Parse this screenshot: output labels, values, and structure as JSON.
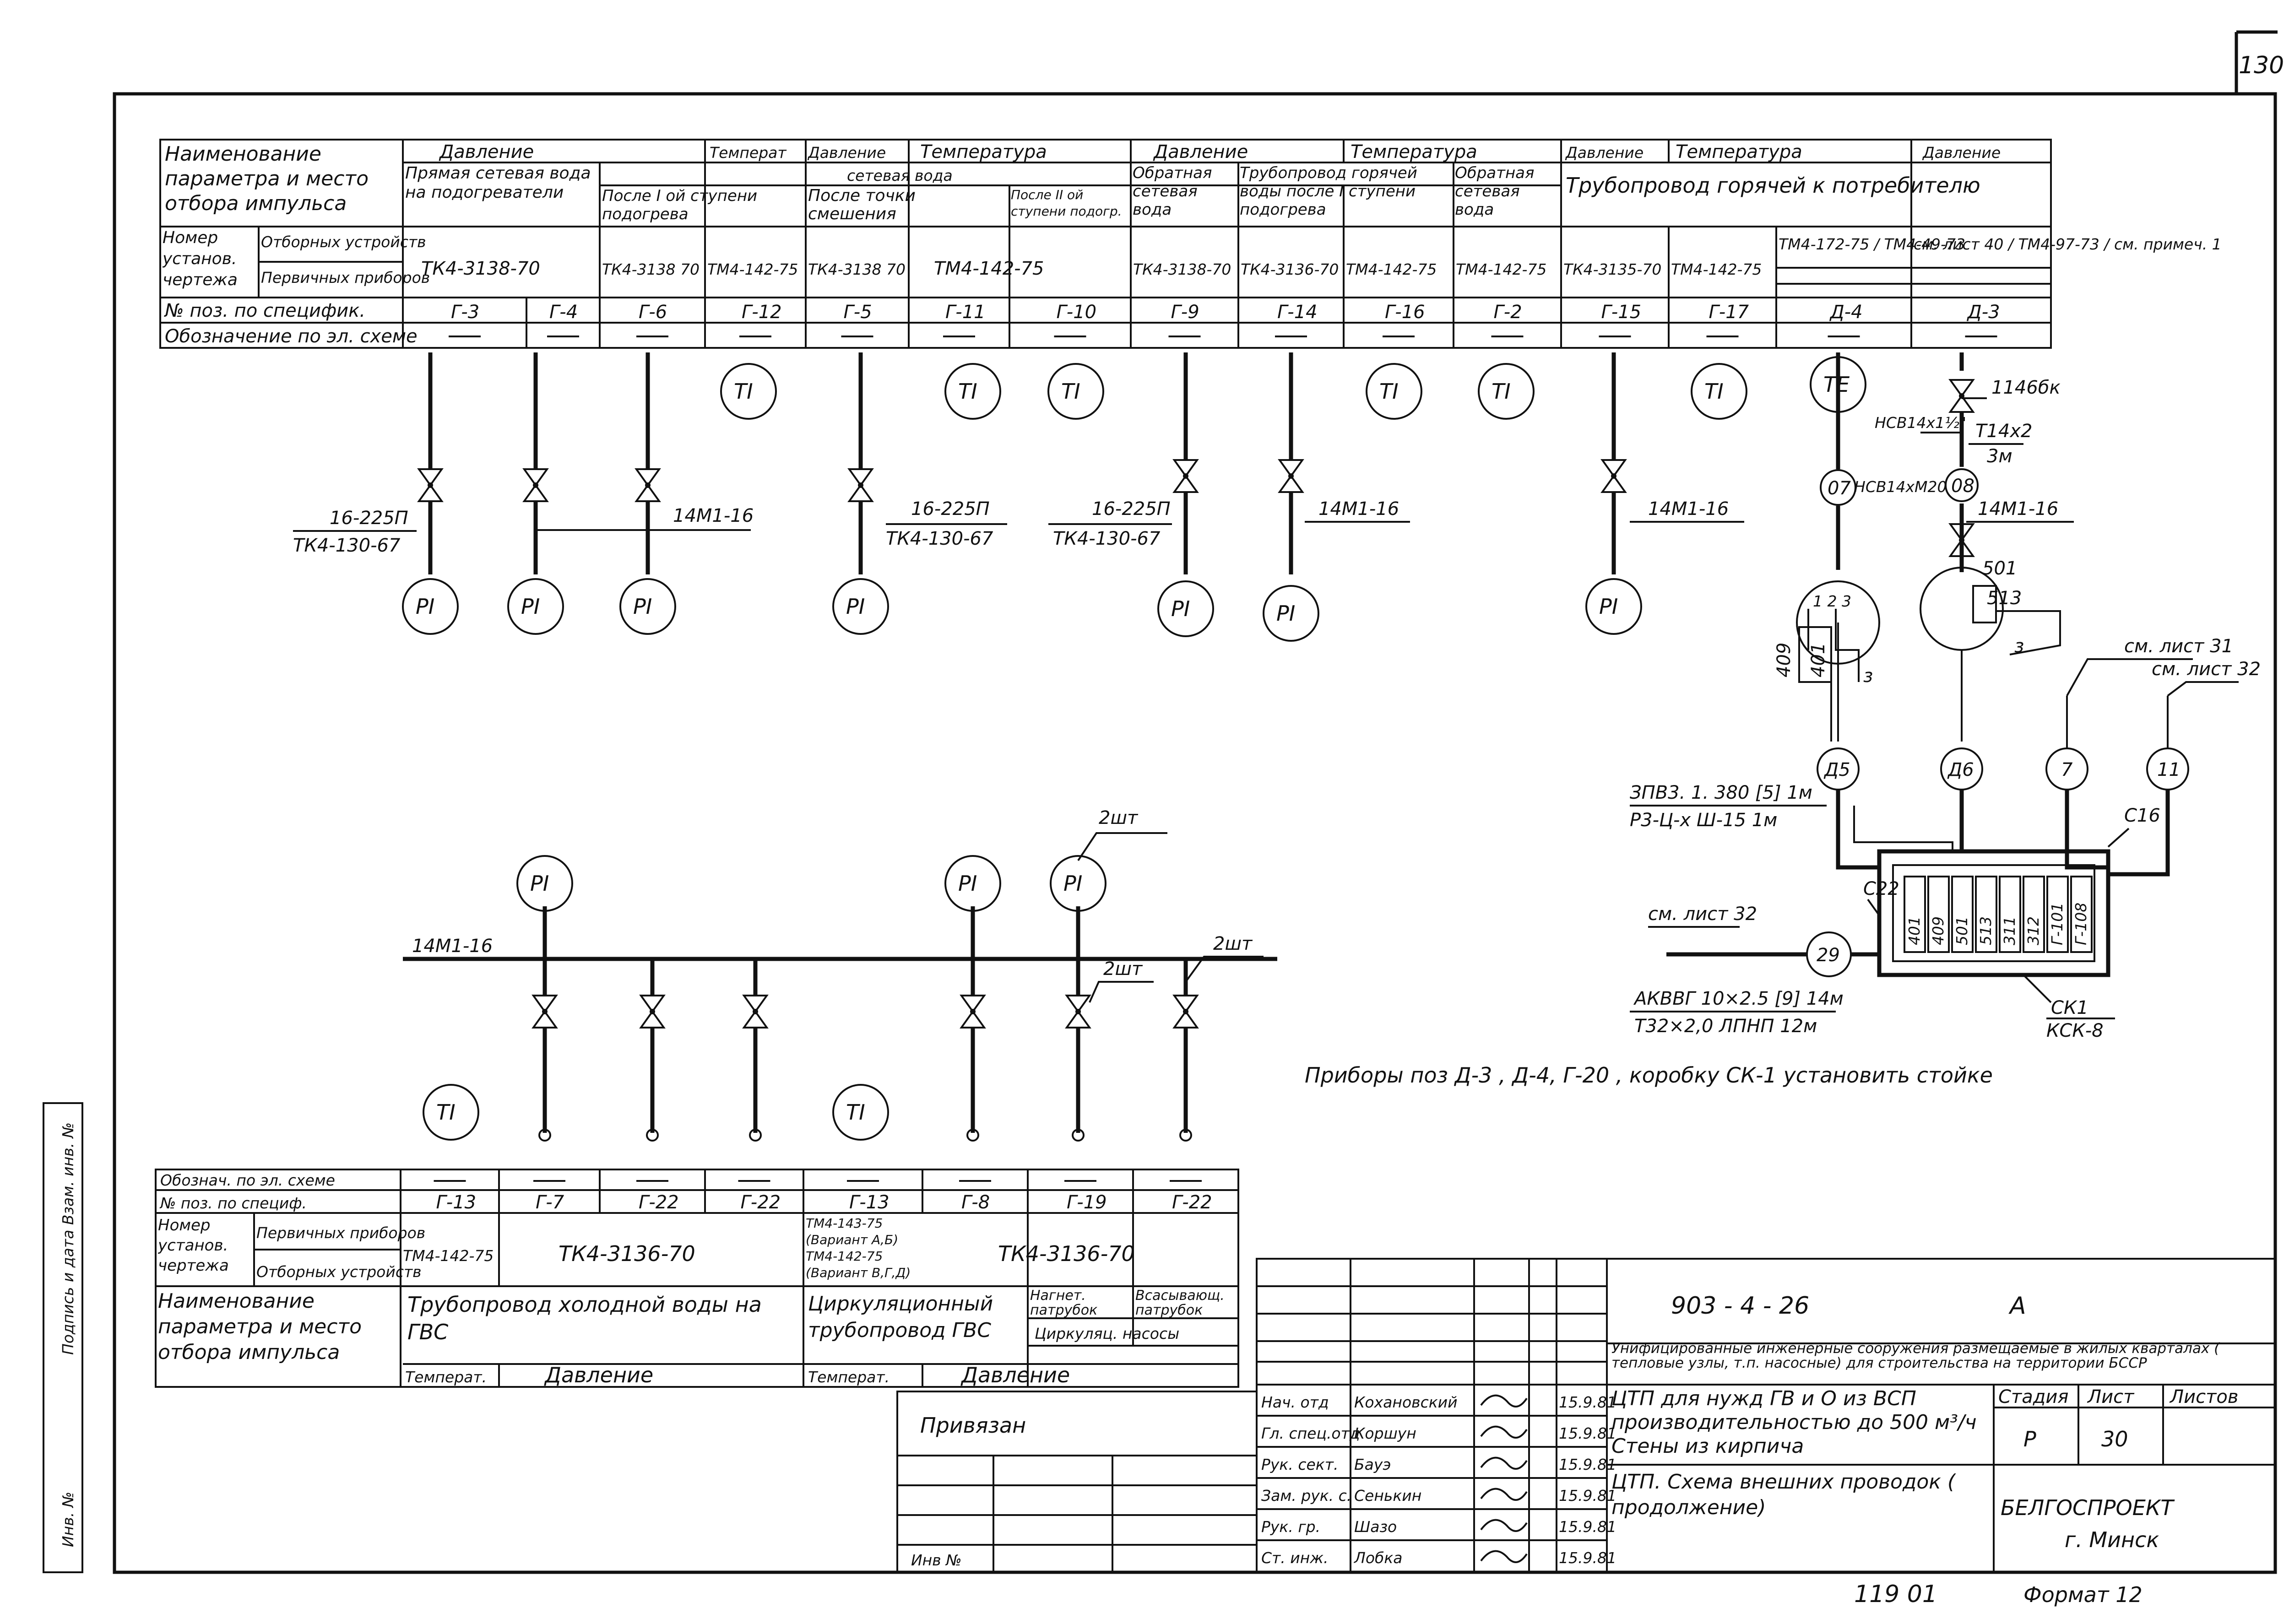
{
  "sheet": {
    "page_number": "130",
    "side_stamp": "Подпись и дата  Взам. инв. №",
    "side_stamp_bottom": "Инв. №"
  },
  "top_table": {
    "row_labels": {
      "name": "Наименование параметра и место отбора импульса",
      "drawing_no": "Номер установ. чертежа",
      "sub_sampling": "Отборных устройств",
      "sub_instruments": "Первичных приборов",
      "spec_pos": "№ поз. по специфик.",
      "el_scheme": "Обозначение по эл. схеме"
    },
    "groups": [
      {
        "param": "Давление",
        "desc": "Прямая сетевая вода на подогреватели"
      },
      {
        "param": "Температ",
        "desc": "После I ой ступени подогрева"
      },
      {
        "param": "Давление",
        "desc": "После точки смешения"
      },
      {
        "param": "Температура",
        "desc": "Сетевая вода"
      },
      {
        "param": "Давление",
        "desc": "Обратная сетевая вода"
      },
      {
        "param": "Температура",
        "desc": "Трубопровод горячей воды после I ступени подогрева"
      },
      {
        "param": "Давление",
        "desc": "Трубопровод горячей к потребителю"
      },
      {
        "param": "Температура",
        "desc": "Трубопровод горячей к потребителю"
      },
      {
        "param": "Давление",
        "desc": ""
      }
    ],
    "header_cells": [
      "Давление",
      "Температ",
      "Давление",
      "Температура",
      "сетевая вода",
      "Давление",
      "Температура",
      "Давление",
      "Температура",
      "Давление"
    ],
    "sub_headers": [
      "Прямая сетевая вода на подогреватели",
      "После I ой ступени подогрева",
      "После точки смешения",
      "После II ой ступени подогр.",
      "Обратная сетевая вода",
      "Трубопровод горячей воды после I ступени подогрева",
      "Обратная сетевая вода",
      "Трубопровод горячей к потребителю"
    ],
    "drawing_numbers": [
      "ТК4-3138-70",
      "ТК4-3138 70",
      "ТМ4-142-75",
      "ТК4-3138 70",
      "ТМ4-142-75",
      "ТК4-3138-70",
      "ТК4-3136-70",
      "ТМ4-142-75",
      "ТМ4-142-75",
      "ТК4-3135-70",
      "ТМ4-142-75",
      "ТМ4-172-75 / ТМ4-49-73",
      "см. лист 40 / ТМ4-97-73 / см. примеч. 1"
    ],
    "positions": [
      "Г-3",
      "Г-4",
      "Г-6",
      "Г-12",
      "Г-5",
      "Г-11",
      "Г-10",
      "Г-9",
      "Г-14",
      "Г-16",
      "Г-2",
      "Г-15",
      "Г-17",
      "Д-4",
      "Д-3"
    ]
  },
  "instruments_top": [
    {
      "label": "РI"
    },
    {
      "label": "РI"
    },
    {
      "label": "РI"
    },
    {
      "label": "ТI"
    },
    {
      "label": "РI"
    },
    {
      "label": "ТI"
    },
    {
      "label": "ТI"
    },
    {
      "label": "РI"
    },
    {
      "label": "РI"
    },
    {
      "label": "ТI"
    },
    {
      "label": "ТI"
    },
    {
      "label": "РI"
    },
    {
      "label": "ТI"
    },
    {
      "label": "ТЕ"
    }
  ],
  "valve_labels": {
    "v1_top": "16-225П",
    "v1_bot": "ТК4-130-67",
    "v2": "14М1-16",
    "v3_top": "16-225П",
    "v3_bot": "ТК4-130-67",
    "v4_top": "16-225П",
    "v4_bot": "ТК4-130-67",
    "v5": "14М1-16",
    "v6": "14М1-16",
    "right_valve1": "1146бк",
    "right_valve2": "14М1-16",
    "hsv1": "НСВ14х1½\"",
    "hsv2": "НСВ14хМ20",
    "t14": "Т14х2",
    "t14_len": "3м"
  },
  "right_block": {
    "circle_07": "07",
    "circle_08": "08",
    "numbers_501": "501",
    "numbers_513": "513",
    "n409": "409",
    "n401": "401",
    "z": "з",
    "gauge_marks": "1 2 3",
    "see_sheet_31": "см. лист 31",
    "see_sheet_32a": "см. лист 32",
    "see_sheet_32b": "см. лист 32",
    "d5": "Д5",
    "d6": "Д6",
    "n7": "7",
    "n11": "11",
    "n29": "29",
    "cable1": "ЗПВ3. 1. 380 [5] 1м",
    "cable2": "Р3-Ц-х Ш-15  1м",
    "c16": "С16",
    "c22": "С22",
    "box_cells": [
      "401",
      "409",
      "501",
      "513",
      "311",
      "312",
      "Г-101",
      "Г-108"
    ],
    "cable3": "АКВВГ 10×2.5 [9] 14м",
    "cable4": "Т32×2,0 ЛПНП  12м",
    "ck1": "СК1",
    "ksk8": "КСК-8"
  },
  "note": "Приборы  поз Д-3 , Д-4, Г-20 , коробку СК-1   установить   стойке",
  "lower_labels": {
    "pipe": "14М1-16",
    "two_pcs_a": "2шт",
    "two_pcs_b": "2шт",
    "two_pcs_c": "2шт"
  },
  "instruments_bottom": [
    {
      "label": "РI"
    },
    {
      "label": "РI"
    },
    {
      "label": "РI"
    },
    {
      "label": "ТI"
    },
    {
      "label": "ТI"
    }
  ],
  "bottom_table": {
    "row_labels": {
      "el_scheme": "Обознач. по эл. схеме",
      "spec_pos": "№ поз. по специф.",
      "drawing_no": "Номер установ. чертежа",
      "sub_instruments": "Первичных приборов",
      "sub_sampling": "Отборных устройств",
      "name": "Наименование параметра и место отбора импульса"
    },
    "positions": [
      "Г-13",
      "Г-7",
      "Г-22",
      "Г-22",
      "Г-13",
      "Г-8",
      "Г-19",
      "Г-22"
    ],
    "drawing_numbers": [
      "ТМ4-142-75",
      "ТК4-3136-70",
      "ТМ4-143-75 (Вариант А,Б) ТМ4-142-75 (Вариант В,Г,Д)",
      "ТК4-3136-70"
    ],
    "group1": "Трубопровод   холодной   воды   на   ГВС",
    "group2": "Циркуляционный   трубопровод ГВС",
    "group3a": "Нагнет. патрубок",
    "group3b": "Всасывающ. патрубок",
    "group3c": "Циркуляц. насосы",
    "param1": "Температ.",
    "param2": "Давление",
    "param3": "Температ.",
    "param4": "Давление"
  },
  "title_block": {
    "doc_number": "903 - 4 - 26",
    "letter": "А",
    "description": "Унифицированные инженерные сооружения размещаемые в жилых кварталах ( тепловые узлы, т.п. насосные) для строительства на территории БССР",
    "bound": "Привязан",
    "inv": "Инв №",
    "staff": [
      {
        "role": "Нач. отд",
        "name": "Кохановский",
        "date": "15.9.81"
      },
      {
        "role": "Гл. спец.отд",
        "name": "Коршун",
        "date": "15.9.81"
      },
      {
        "role": "Рук. сект.",
        "name": "Бауэ",
        "date": "15.9.81"
      },
      {
        "role": "Зам. рук. с.",
        "name": "Сенькин",
        "date": "15.9.81"
      },
      {
        "role": "Рук. гр.",
        "name": "Шазо",
        "date": "15.9.81"
      },
      {
        "role": "Ст. инж.",
        "name": "Лобка",
        "date": "15.9.81"
      }
    ],
    "title1": "ЦТП для нужд ГВ и О из ВСП производительностью до 500 м³/ч Стены из кирпича",
    "title2": "ЦТП. Схема внешних проводок ( продолжение)",
    "stage_h": "Стадия",
    "sheet_h": "Лист",
    "sheets_h": "Листов",
    "stage": "Р",
    "sheet": "30",
    "org": "БЕЛГОСПРОЕКТ",
    "city": "г. Минск",
    "footer_left": "119  01",
    "footer_right": "Формат 12"
  }
}
